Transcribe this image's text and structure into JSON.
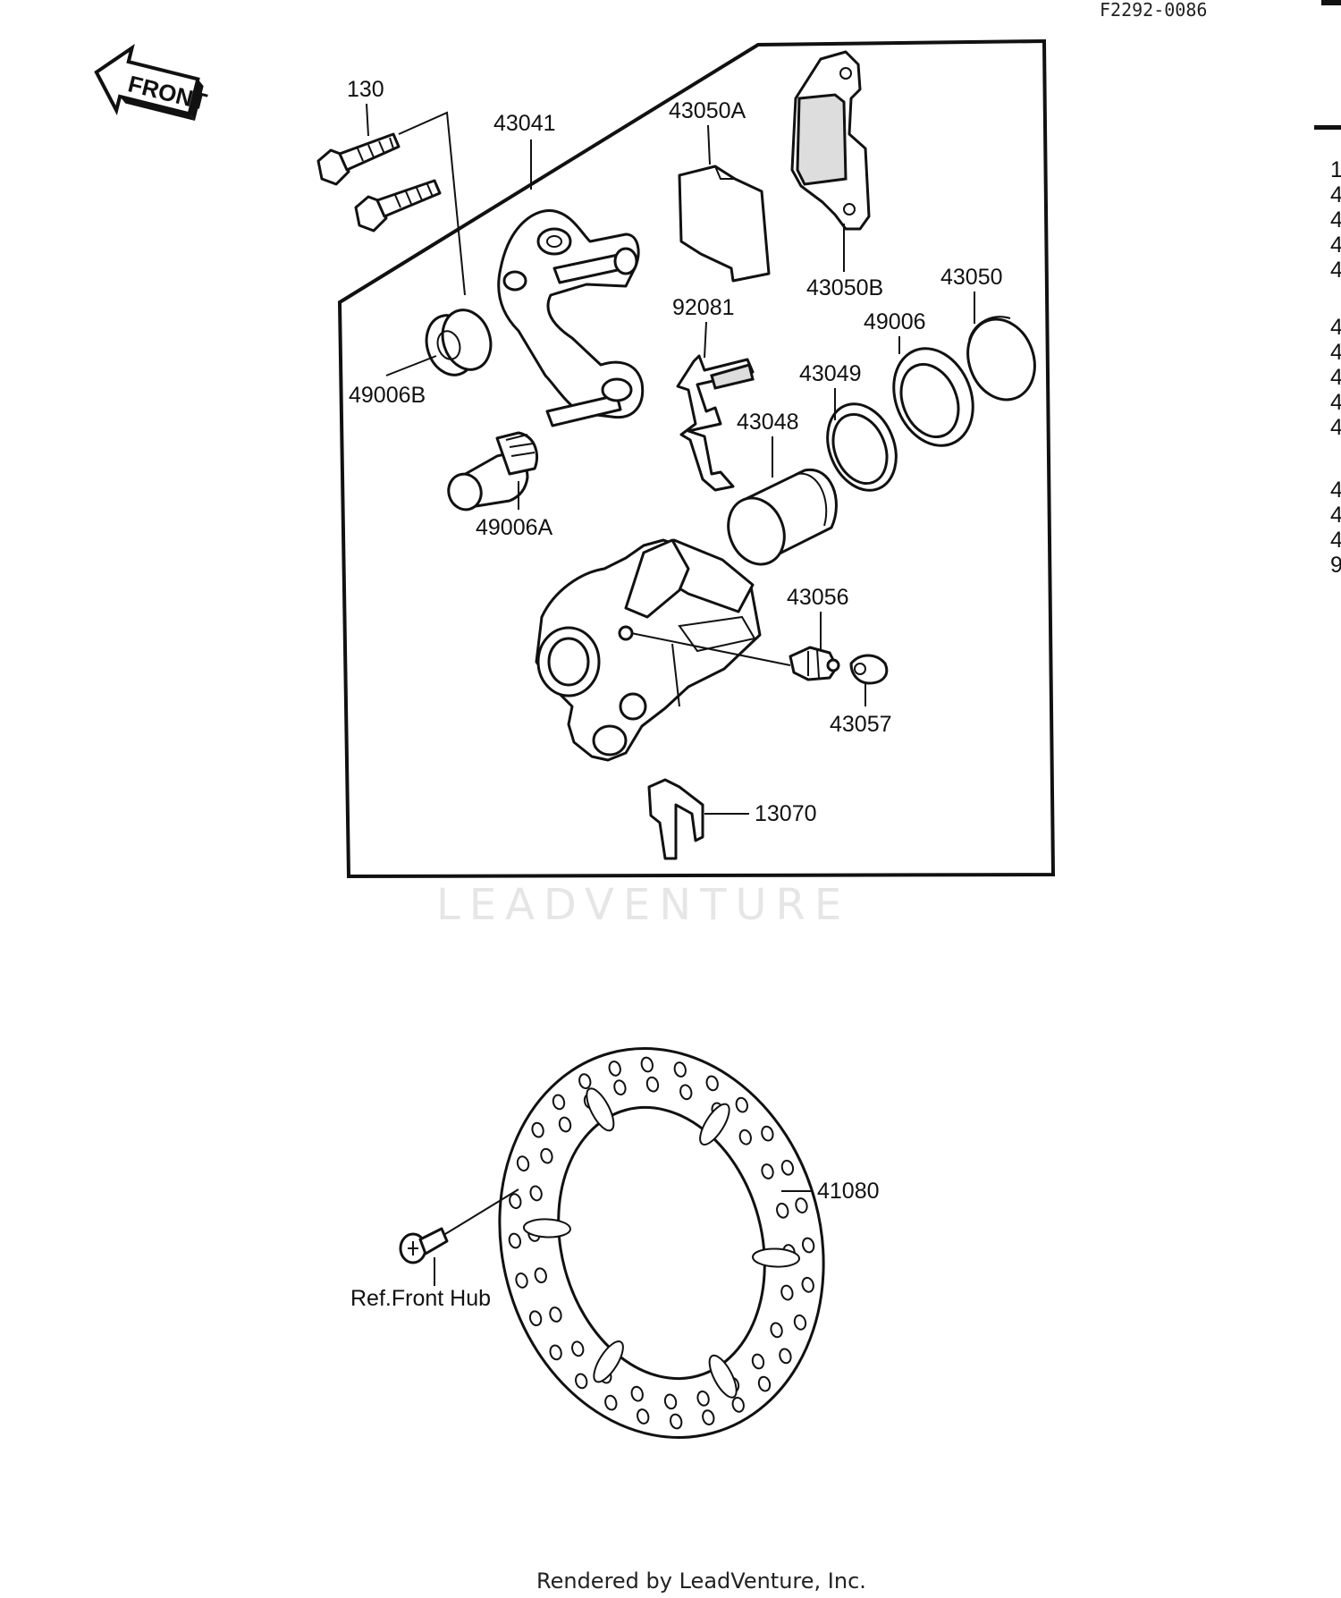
{
  "header": {
    "code": "F2292-0086"
  },
  "front_arrow": {
    "label": "FRONT"
  },
  "callouts": {
    "c130": "130",
    "c43041": "43041",
    "c43050A": "43050A",
    "c43050B": "43050B",
    "c43050": "43050",
    "c92081": "92081",
    "c49006": "49006",
    "c43049": "43049",
    "c43048": "43048",
    "c49006B": "49006B",
    "c49006A": "49006A",
    "c43056": "43056",
    "c43057": "43057",
    "c13070": "13070",
    "c41080": "41080",
    "ref_front_hub": "Ref.Front Hub"
  },
  "right_list": [
    "1",
    "4",
    "4",
    "4",
    "4",
    "4",
    "4",
    "4",
    "4",
    "4",
    "4",
    "4",
    "4",
    "9"
  ],
  "watermark": {
    "text": "LEADVENTURE"
  },
  "footer": {
    "text": "Rendered by LeadVenture, Inc."
  }
}
